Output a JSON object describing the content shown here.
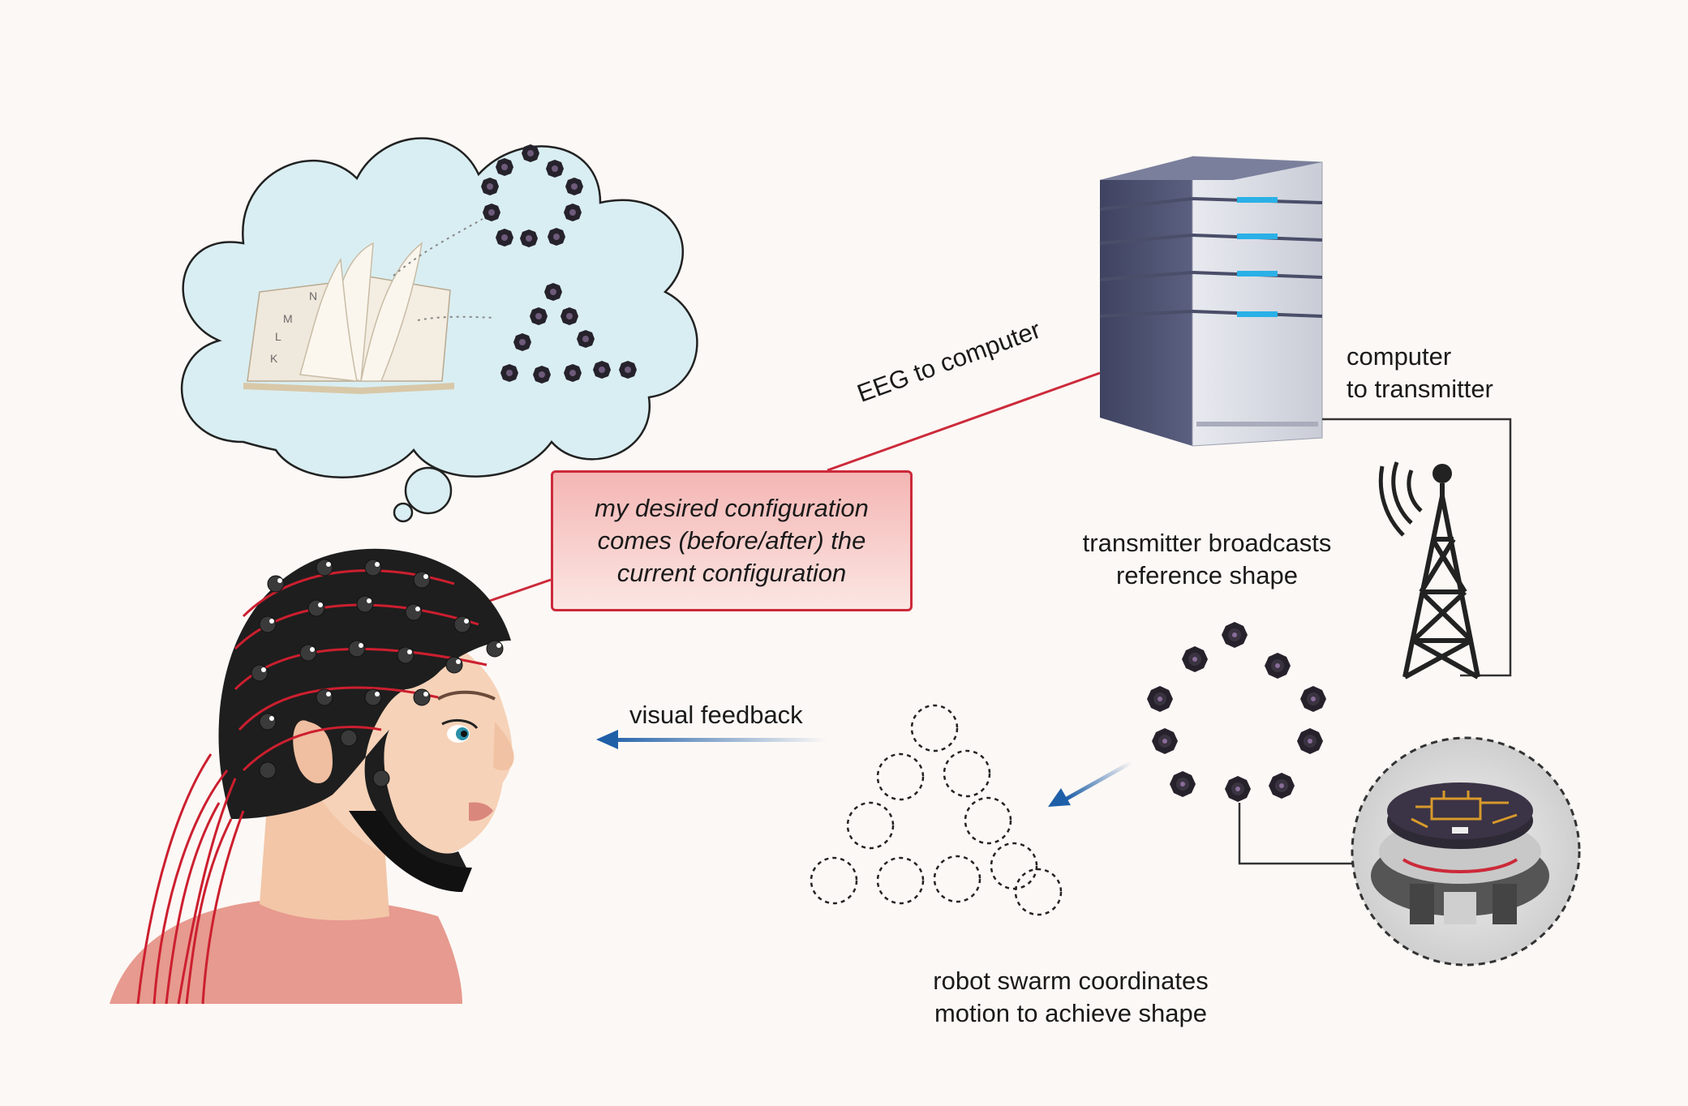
{
  "thought": {
    "line1": "my desired configuration",
    "line2": "comes (before/after) the",
    "line3": "current configuration"
  },
  "book_letters": [
    "N",
    "M",
    "L",
    "K"
  ],
  "labels": {
    "eeg_to_computer": "EEG to computer",
    "computer_to_transmitter_1": "computer",
    "computer_to_transmitter_2": "to transmitter",
    "transmitter_1": "transmitter broadcasts",
    "transmitter_2": "reference shape",
    "visual_feedback": "visual feedback",
    "swarm_1": "robot swarm coordinates",
    "swarm_2": "motion to achieve shape"
  },
  "colors": {
    "background": "#fcf8f5",
    "link_red": "#cc2a3a",
    "arrow_blue": "#1f5fa8",
    "cloud_fill": "#d9eef2",
    "server_blue": "#2ab0e6"
  }
}
